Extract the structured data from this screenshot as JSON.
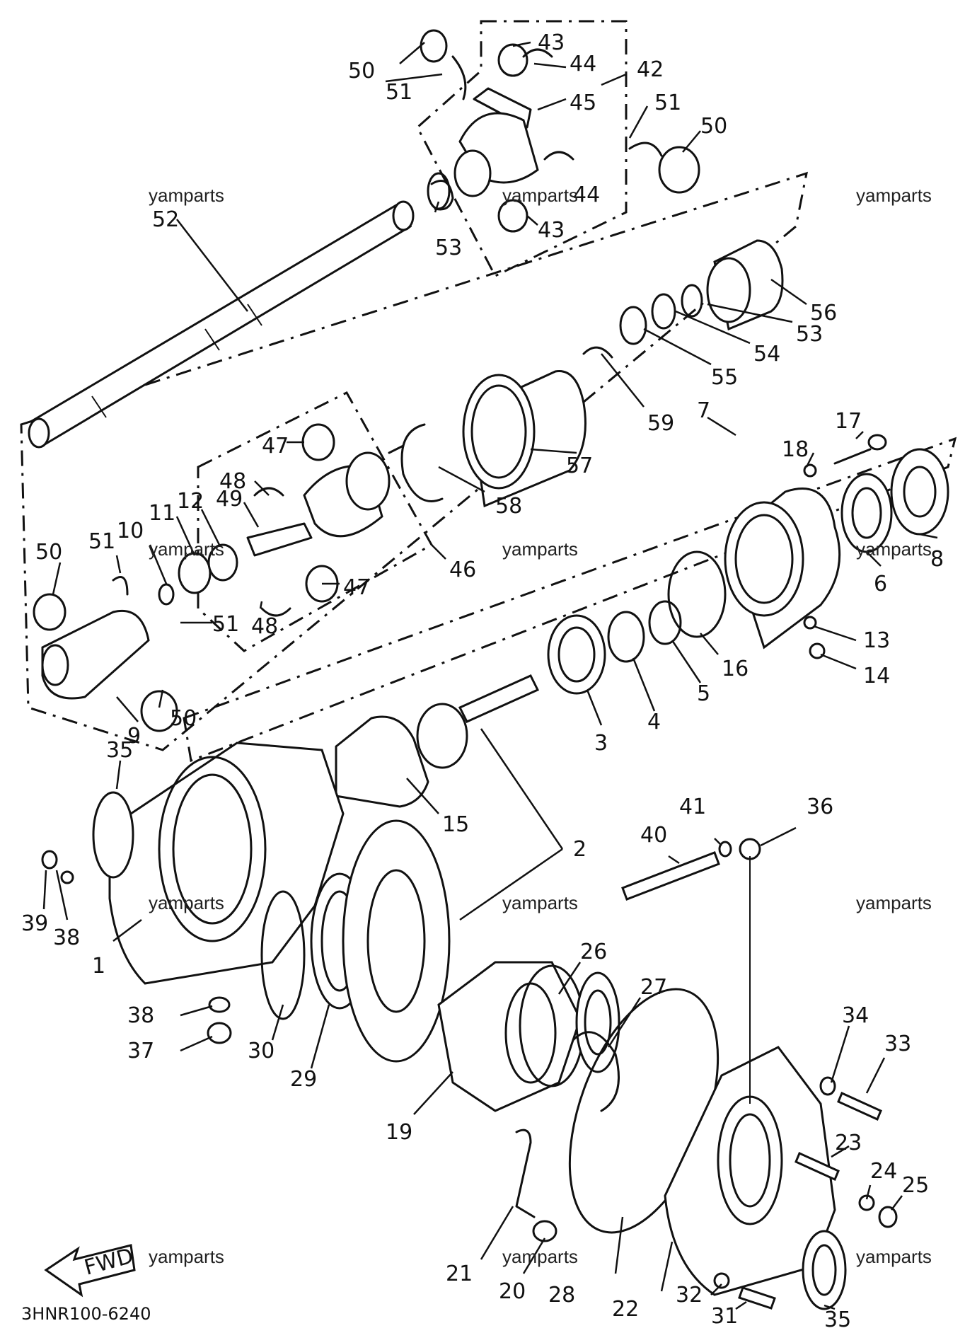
{
  "diagram": {
    "drawing_code": "3HNR100-6240",
    "watermark": "yamparts",
    "fwd_label": "FWD",
    "callouts": {
      "c1": "1",
      "c2": "2",
      "c3": "3",
      "c4": "4",
      "c5": "5",
      "c6": "6",
      "c7": "7",
      "c8": "8",
      "c9": "9",
      "c10": "10",
      "c11": "11",
      "c12": "12",
      "c13": "13",
      "c14": "14",
      "c15": "15",
      "c16": "16",
      "c17": "17",
      "c18": "18",
      "c19": "19",
      "c20": "20",
      "c21": "21",
      "c22": "22",
      "c23": "23",
      "c24": "24",
      "c25": "25",
      "c26": "26",
      "c27": "27",
      "c28": "28",
      "c29": "29",
      "c30": "30",
      "c31": "31",
      "c32": "32",
      "c33": "33",
      "c34": "34",
      "c35": "35",
      "c36": "36",
      "c37": "37",
      "c38": "38",
      "c39": "39",
      "c40": "40",
      "c41": "41",
      "c42": "42",
      "c43": "43",
      "c44": "44",
      "c45": "45",
      "c46": "46",
      "c47": "47",
      "c48": "48",
      "c49": "49",
      "c50": "50",
      "c51": "51",
      "c52": "52",
      "c53": "53",
      "c54": "54",
      "c55": "55",
      "c56": "56",
      "c57": "57",
      "c58": "58",
      "c59": "59"
    }
  }
}
